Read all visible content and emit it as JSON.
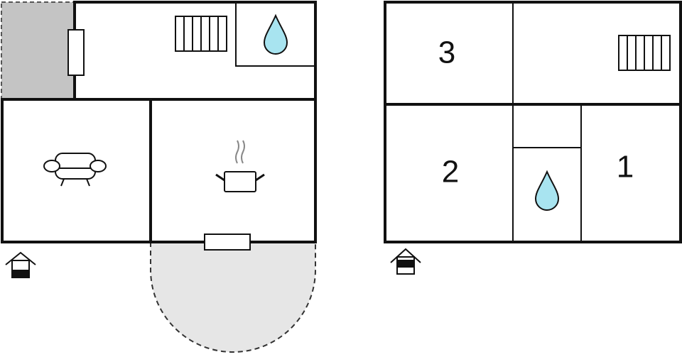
{
  "colors": {
    "wall": "#111111",
    "water": "#a8e4f0",
    "terrace": "#e6e6e6",
    "annex": "#c4c4c4",
    "background": "#ffffff"
  },
  "ground_floor": {
    "icons": [
      "radiator-icon",
      "water-drop-icon",
      "sofa-icon",
      "cooking-pot-icon",
      "entrance-icon"
    ]
  },
  "upper_floor": {
    "rooms": [
      {
        "label": "3"
      },
      {
        "label": "2"
      },
      {
        "label": "1"
      }
    ],
    "icons": [
      "radiator-icon",
      "water-drop-icon",
      "entrance-icon"
    ]
  }
}
